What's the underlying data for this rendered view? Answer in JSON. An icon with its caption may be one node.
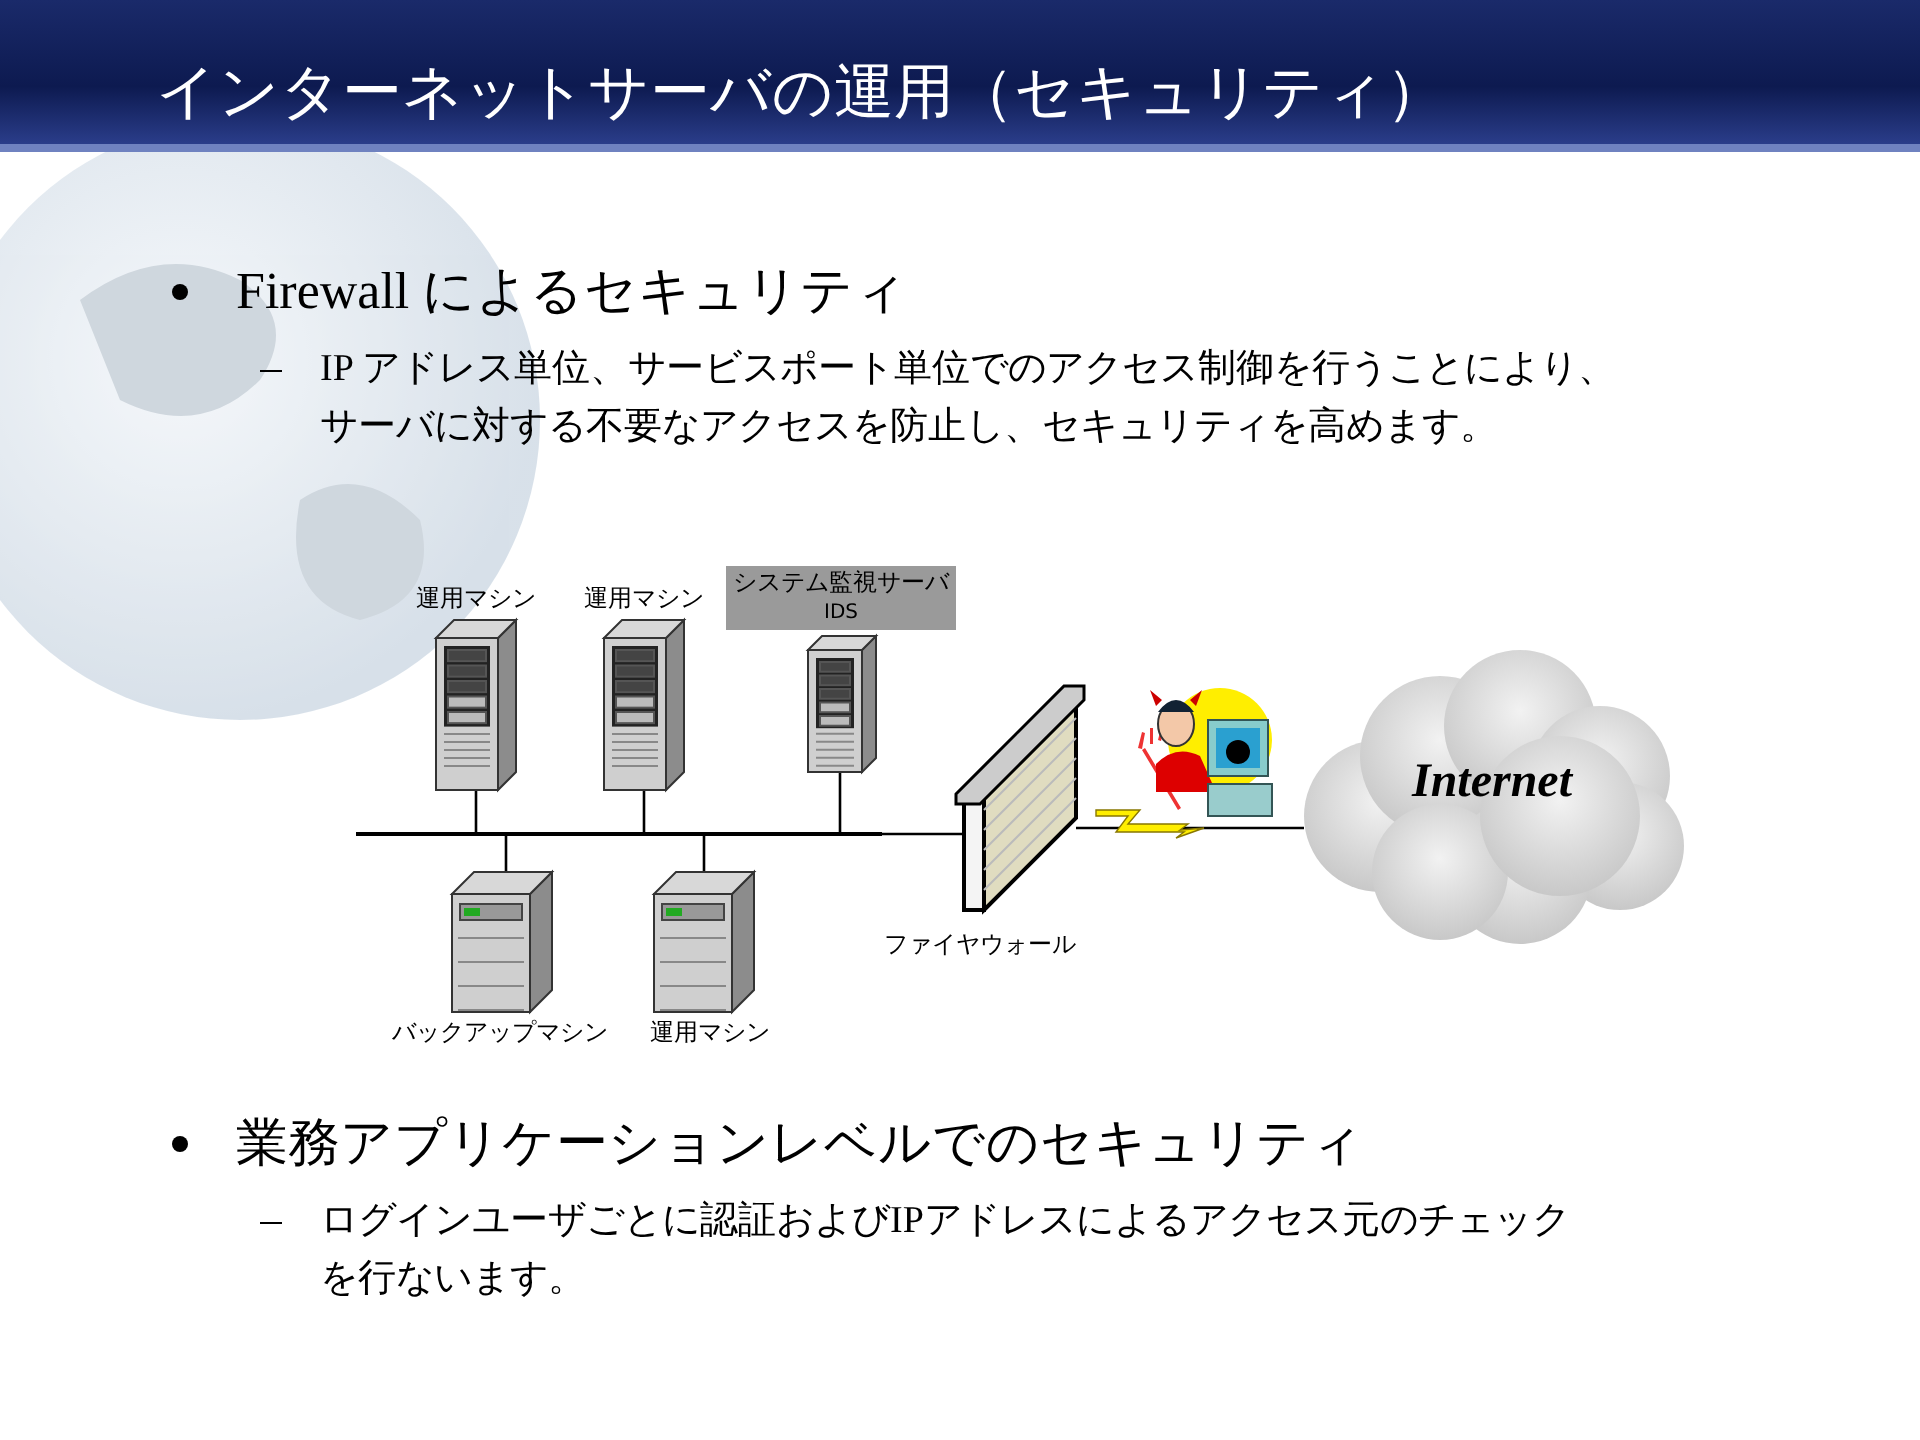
{
  "diagram": {
    "title": "インターネットサーバの運用（セキュリティ）",
    "nodes": [
      {
        "text": [],
        "shape": "bar"
      },
      {
        "text": [
          "運用マシン"
        ]
      },
      {
        "text": [
          "運用マシン"
        ]
      },
      {
        "text": [
          "システム監視サーバ",
          "IDS"
        ]
      },
      {
        "text": [
          "バックアップマシン"
        ]
      },
      {
        "text": [
          "運用マシン"
        ]
      },
      {
        "text": [
          "ファイヤウォール"
        ]
      },
      {
        "text": [],
        "shape": "picture"
      },
      {
        "text": [
          "Internet"
        ]
      }
    ],
    "edges": [
      {
        "from": 1,
        "to": 0,
        "arrow": "none"
      },
      {
        "from": 2,
        "to": 0,
        "arrow": "none"
      },
      {
        "from": 3,
        "to": 0,
        "arrow": "none"
      },
      {
        "from": 4,
        "to": 0,
        "arrow": "none"
      },
      {
        "from": 5,
        "to": 0,
        "arrow": "none"
      },
      {
        "from": 0,
        "to": 6,
        "arrow": "none"
      },
      {
        "from": 6,
        "to": 8,
        "arrow": "none"
      }
    ],
    "labels": [
      "Firewall によるセキュリティ",
      "IP アドレス単位、サービスポート単位でのアクセス制御を行うことにより、サーバに対する不要なアクセスを防止し、セキュリティを高めます。",
      "業務アプリケーションレベルでのセキュリティ",
      "ログインユーザごとに認証およびIPアドレスによるアクセス元のチェックを行ないます。"
    ]
  }
}
